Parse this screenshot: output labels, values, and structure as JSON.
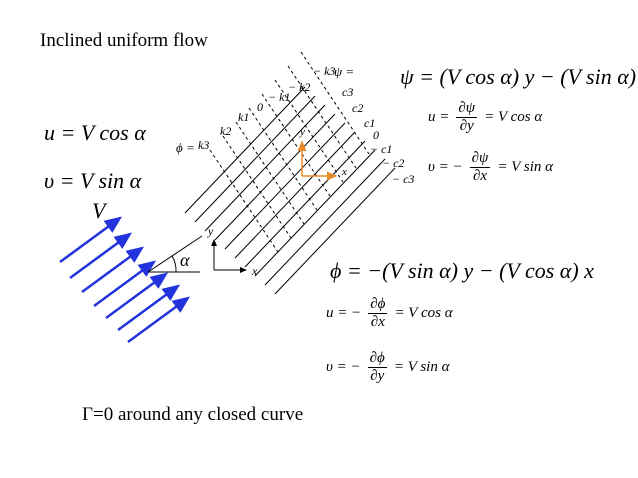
{
  "title": "Inclined uniform flow",
  "left_eqs": {
    "u": "u = V cos α",
    "v": "υ = V sin α",
    "V_label": "V",
    "alpha_label": "α",
    "x_axis": "x",
    "y_axis": "y"
  },
  "net": {
    "psi_label": "ψ =",
    "phi_label": "ϕ =",
    "psi_values": [
      "− k3",
      "− k2",
      "− k1",
      "0",
      "k1",
      "k2",
      "k3"
    ],
    "phi_values": [
      "c3",
      "c2",
      "c1",
      "0",
      "− c1",
      "− c2",
      "− c3"
    ],
    "axis_x": "x",
    "axis_y": "y"
  },
  "psi_eqs": {
    "main": "ψ = (V cos α) y − (V sin α) x",
    "u_lhs": "u =",
    "u_num": "∂ψ",
    "u_den": "∂y",
    "u_rhs": "= V cos α",
    "v_lhs": "υ = −",
    "v_num": "∂ψ",
    "v_den": "∂x",
    "v_rhs": "= V sin α"
  },
  "phi_eqs": {
    "main": "ϕ = −(V sin α) y − (V cos α) x",
    "u_lhs": "u = −",
    "u_num": "∂ϕ",
    "u_den": "∂x",
    "u_rhs": "= V cos α",
    "v_lhs": "υ = −",
    "v_num": "∂ϕ",
    "v_den": "∂y",
    "v_rhs": "= V sin α"
  },
  "circulation": "Γ=0 around any closed curve",
  "colors": {
    "arrows": "#2233dd",
    "axis_arrow": "#e98a2a",
    "text": "#000000"
  }
}
